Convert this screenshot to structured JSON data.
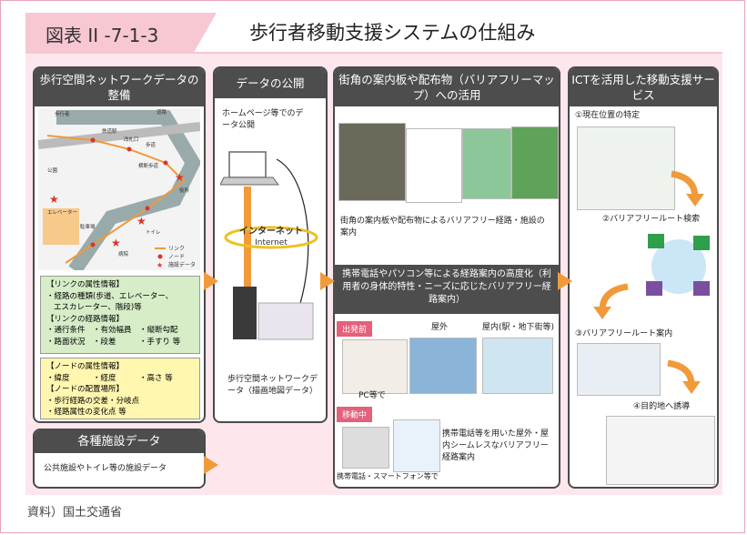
{
  "header": {
    "figure_label": "図表 II -7-1-3",
    "title": "歩行者移動支援システムの仕組み"
  },
  "col1": {
    "title": "歩行空間ネットワークデータの整備",
    "map_labels": [
      "歩行者",
      "鉄道駅",
      "道路",
      "改札口",
      "歩道",
      "横断歩道",
      "公園",
      "エレベーター",
      "役所",
      "駐車場",
      "トイレ",
      "病院"
    ],
    "legend": [
      "リンク",
      "ノード",
      "施設データ"
    ],
    "green_box": [
      "【リンクの属性情報】",
      "・経路の種類(歩道、エレベーター、",
      "エスカレーター、階段)等",
      "【リンクの経路情報】",
      "・通行条件　・有効幅員　・縦断勾配",
      "・路面状況　・段差　　　・手すり 等"
    ],
    "yellow_box": [
      "【ノードの属性情報】",
      "・緯度　　　・経度　　　・高さ 等",
      "【ノードの配置場所】",
      "・歩行経路の交差・分岐点",
      "・経路属性の変化点 等"
    ]
  },
  "col1b": {
    "title": "各種施設データ",
    "text": "公共施設やトイレ等の施設データ"
  },
  "col2": {
    "title": "データの公開",
    "text1": "ホームページ等でのデータ公開",
    "internet_ja": "インターネット",
    "internet_en": "Internet",
    "text2": "歩行空間ネットワークデータ（描画地図データ）"
  },
  "col3": {
    "title": "街角の案内板や配布物（バリアフリーマップ）への活用",
    "caption": "街角の案内板や配布物によるバリアフリー経路・施設の案内",
    "title2": "携帯電話やパソコン等による経路案内の高度化（利用者の身体的特性・ニーズに応じたバリアフリー経路案内）",
    "tag_dep": "出発前",
    "lbl_out": "屋外",
    "lbl_in": "屋内(駅・地下街等)",
    "pc": "PC等で",
    "tag_move": "移動中",
    "move_text": "携帯電話等を用いた屋外・屋内シームレスなバリアフリー経路案内",
    "phone": "携帯電話・スマートフォン等で"
  },
  "col4": {
    "title": "ICTを活用した移動支援サービス",
    "s1": "①現在位置の特定",
    "s2": "②バリアフリールート検索",
    "s3": "③バリアフリールート案内",
    "s4": "④目的地へ誘導"
  },
  "source": "資料）国土交通省",
  "colors": {
    "accent": "#f09a3a",
    "header_bg": "#4d4d4d",
    "pink": "#fde7ec",
    "green_box": "#d6edc8",
    "yellow_box": "#fff6b0"
  }
}
